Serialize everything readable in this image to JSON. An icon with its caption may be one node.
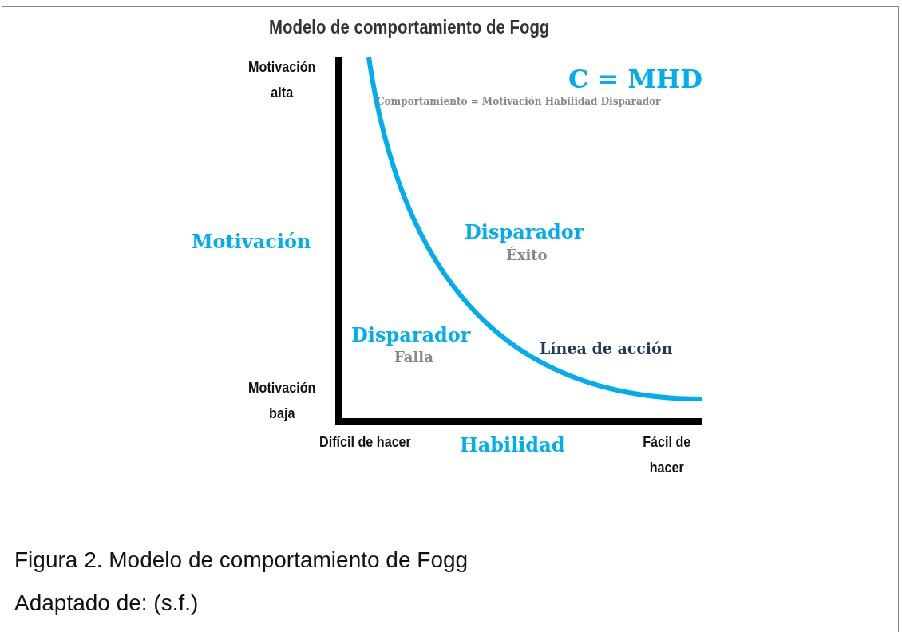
{
  "diagram": {
    "title": "Modelo de comportamiento de Fogg",
    "caption": "Figura 2. Modelo de comportamiento de Fogg",
    "labels": [
      "Motivación alta",
      "C = MHD",
      "Comportamiento = Motivación Habilidad Disparador",
      "Motivación",
      "Disparador",
      "Éxito",
      "Disparador",
      "Falla",
      "Línea de acción",
      "Motivación baja",
      "Difícil de hacer",
      "Habilidad",
      "Fácil de hacer",
      "Adaptado de: (s.f.)"
    ]
  }
}
